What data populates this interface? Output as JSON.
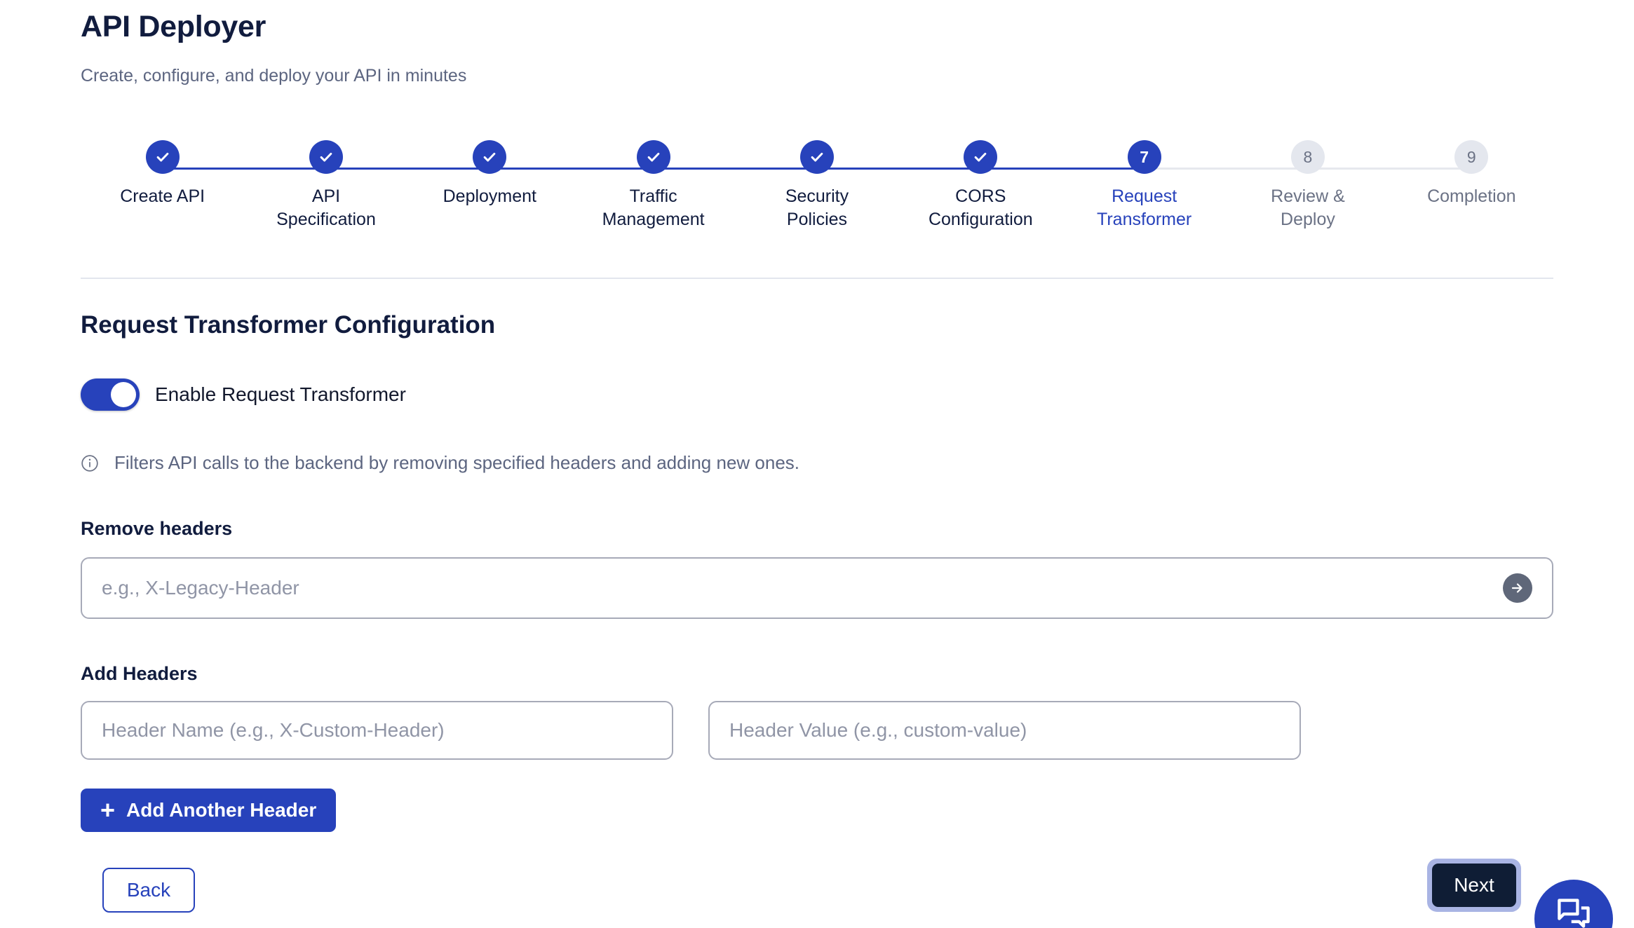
{
  "header": {
    "title": "API Deployer",
    "subtitle": "Create, configure, and deploy your API in minutes"
  },
  "stepper": {
    "current_step": 7,
    "total_steps": 9,
    "steps": [
      {
        "number": "1",
        "label": "Create API",
        "state": "complete"
      },
      {
        "number": "2",
        "label": "API\nSpecification",
        "state": "complete"
      },
      {
        "number": "3",
        "label": "Deployment",
        "state": "complete"
      },
      {
        "number": "4",
        "label": "Traffic\nManagement",
        "state": "complete"
      },
      {
        "number": "5",
        "label": "Security\nPolicies",
        "state": "complete"
      },
      {
        "number": "6",
        "label": "CORS\nConfiguration",
        "state": "complete"
      },
      {
        "number": "7",
        "label": "Request\nTransformer",
        "state": "current"
      },
      {
        "number": "8",
        "label": "Review &\nDeploy",
        "state": "pending"
      },
      {
        "number": "9",
        "label": "Completion",
        "state": "pending"
      }
    ]
  },
  "section": {
    "title": "Request Transformer Configuration",
    "toggle": {
      "label": "Enable Request Transformer",
      "enabled": true
    },
    "info": {
      "icon": "info-circle-icon",
      "text": "Filters API calls to the backend by removing specified headers and adding new ones."
    },
    "remove_headers": {
      "label": "Remove headers",
      "placeholder": "e.g., X-Legacy-Header",
      "value": "",
      "submit_icon": "arrow-right-circle-icon"
    },
    "add_headers": {
      "label": "Add Headers",
      "name_placeholder": "Header Name (e.g., X-Custom-Header)",
      "name_value": "",
      "value_placeholder": "Header Value (e.g., custom-value)",
      "value_value": "",
      "add_button_label": "Add Another Header",
      "add_button_icon": "plus-icon"
    }
  },
  "footer": {
    "back_label": "Back",
    "next_label": "Next",
    "chat_fab_icon": "chat-bubble-icon"
  },
  "colors": {
    "primary": "#2742bb",
    "navy": "#111c3e",
    "next_bg": "#0f1d35",
    "focus_ring": "#a9b4e4",
    "muted": "#6b7285",
    "border": "#a7aab8",
    "pending": "#e4e7ee"
  }
}
